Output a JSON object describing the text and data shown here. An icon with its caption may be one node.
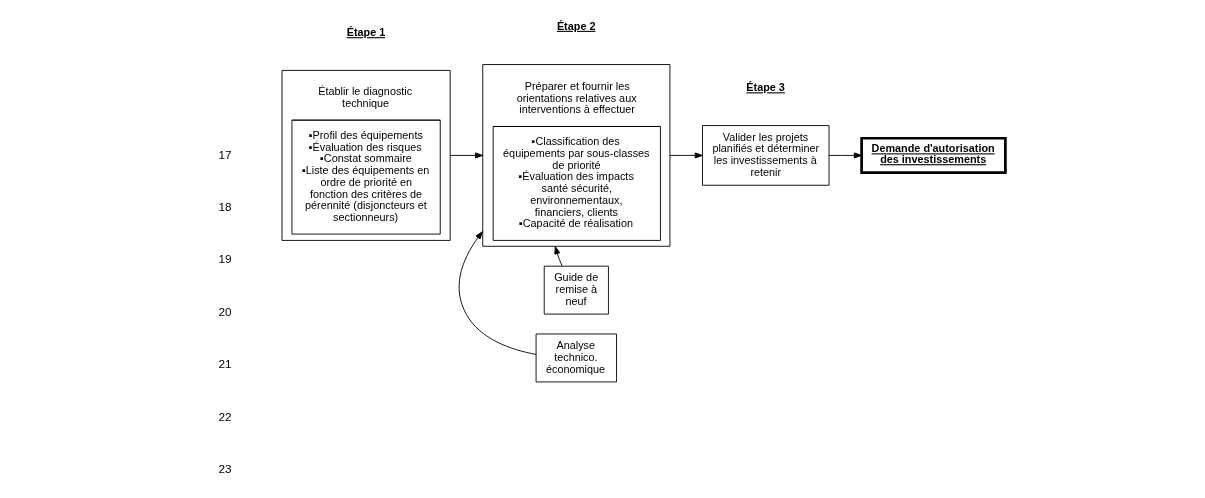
{
  "diagram": {
    "nodes": [
      {
        "text": [
          "Établir le diagnostic technique",
          "▪Profil des équipements ▪Évaluation des risques ▪Constat sommaire ▪Liste des équipements en ordre de priorité en fonction des critères de pérennité (disjoncteurs et sectionneurs)"
        ]
      },
      {
        "text": [
          "Préparer et fournir les orientations relatives aux interventions à effectuer",
          "▪Classification des équipements par sous-classes de priorité ▪Évaluation des impacts santé sécurité, environnementaux, financiers, clients ▪Capacité de réalisation"
        ]
      },
      {
        "text": [
          "Guide de remise à neuf"
        ]
      },
      {
        "text": [
          "Analyse technico. économique"
        ]
      },
      {
        "text": [
          "Valider les projets planifiés et déterminer les investissements à retenir"
        ]
      },
      {
        "text": [
          "Demande d'autorisation des investissements"
        ]
      }
    ],
    "edges": [
      {
        "from": 0,
        "to": 1,
        "arrow": "to"
      },
      {
        "from": 2,
        "to": 1,
        "arrow": "to"
      },
      {
        "from": 3,
        "to": 1,
        "arrow": "to"
      },
      {
        "from": 1,
        "to": 4,
        "arrow": "to"
      },
      {
        "from": 4,
        "to": 5,
        "arrow": "to"
      }
    ],
    "labels": [
      "17",
      "Étape 1",
      "Étape 2",
      "Étape 3",
      "18",
      "19",
      "20",
      "21",
      "22",
      "23"
    ]
  }
}
